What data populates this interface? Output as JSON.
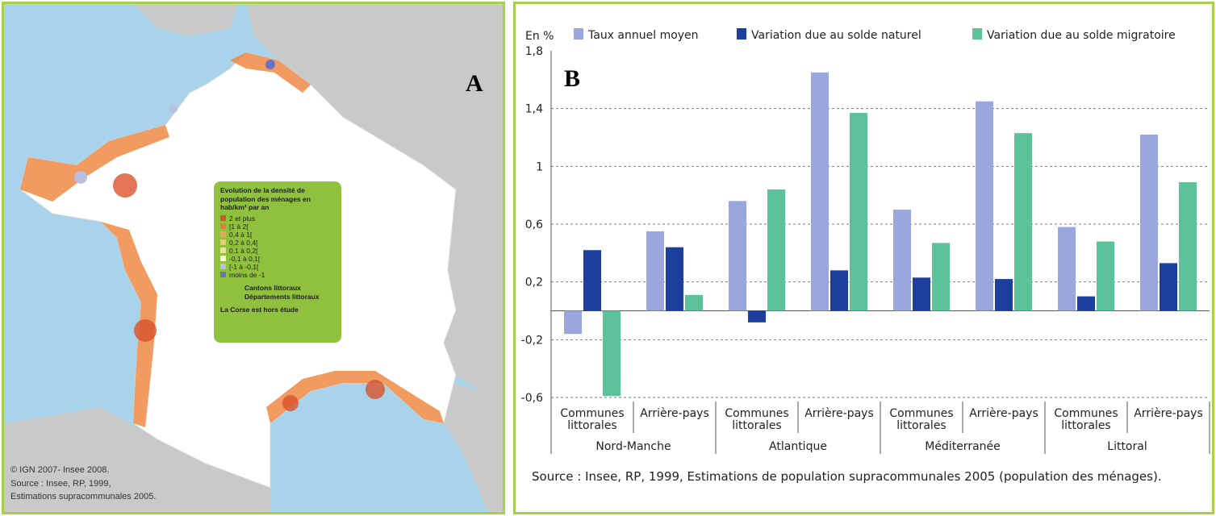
{
  "panel_a": {
    "letter": "A",
    "legend": {
      "title": "Evolution de la densité de population des ménages en hab/km² par an",
      "classes": [
        {
          "label": "2  et  plus",
          "color": "#d9532a"
        },
        {
          "label": "[1  à  2[",
          "color": "#ea7a3c"
        },
        {
          "label": "0,4  à  1[",
          "color": "#f3a05a"
        },
        {
          "label": "0,2  à  0,4[",
          "color": "#f6c27f"
        },
        {
          "label": "0,1  à  0,2[",
          "color": "#f8dca6"
        },
        {
          "label": "-0,1  à  0,1[",
          "color": "#fbf4d6"
        },
        {
          "label": "[-1  à  -0,1[",
          "color": "#b9bfe3"
        },
        {
          "label": "moins  de  -1",
          "color": "#6b72c4"
        }
      ],
      "note_cantons": "Cantons littoraux",
      "note_departements": "Départements littoraux",
      "note_corse": "La Corse est hors étude"
    },
    "credits": [
      "© IGN 2007- Insee 2008.",
      "Source : Insee, RP, 1999,",
      "Estimations supracommunales  2005."
    ],
    "colors": {
      "sea": "#a9d3ea",
      "land": "#ffffff",
      "neighbors": "#c8c8c8",
      "border": "#a6cf4e"
    }
  },
  "panel_b": {
    "letter": "B",
    "source": "Source : Insee, RP, 1999, Estimations de population supracommunales 2005 (population des ménages)."
  },
  "chart_data": {
    "type": "bar",
    "ylabel": "En %",
    "ylim": [
      -0.7,
      1.8
    ],
    "yticks": [
      -0.6,
      -0.2,
      0.2,
      0.6,
      1,
      1.4,
      1.8
    ],
    "ytick_labels": [
      "-0,6",
      "-0,2",
      "0,2",
      "0,6",
      "1",
      "1,4",
      "1,8"
    ],
    "grid": true,
    "legend_position": "top",
    "categories": [
      {
        "label": [
          "Communes",
          "littorales"
        ],
        "group": "Nord-Manche"
      },
      {
        "label": [
          "Arrière-pays"
        ],
        "group": "Nord-Manche"
      },
      {
        "label": [
          "Communes",
          "littorales"
        ],
        "group": "Atlantique"
      },
      {
        "label": [
          "Arrière-pays"
        ],
        "group": "Atlantique"
      },
      {
        "label": [
          "Communes",
          "littorales"
        ],
        "group": "Méditerranée"
      },
      {
        "label": [
          "Arrière-pays"
        ],
        "group": "Méditerranée"
      },
      {
        "label": [
          "Communes",
          "littorales"
        ],
        "group": "Littoral"
      },
      {
        "label": [
          "Arrière-pays"
        ],
        "group": "Littoral"
      }
    ],
    "groups": [
      "Nord-Manche",
      "Atlantique",
      "Méditerranée",
      "Littoral"
    ],
    "series": [
      {
        "name": "Taux annuel moyen",
        "color": "#9aa7dc",
        "values": [
          -0.16,
          0.55,
          0.76,
          1.65,
          0.7,
          1.45,
          0.58,
          1.22
        ]
      },
      {
        "name": "Variation due au solde naturel",
        "color": "#1c3f9e",
        "values": [
          0.42,
          0.44,
          -0.08,
          0.28,
          0.23,
          0.22,
          0.1,
          0.33
        ]
      },
      {
        "name": "Variation due au solde migratoire",
        "color": "#5cc29a",
        "values": [
          -0.59,
          0.11,
          0.84,
          1.37,
          0.47,
          1.23,
          0.48,
          0.89
        ]
      }
    ]
  }
}
